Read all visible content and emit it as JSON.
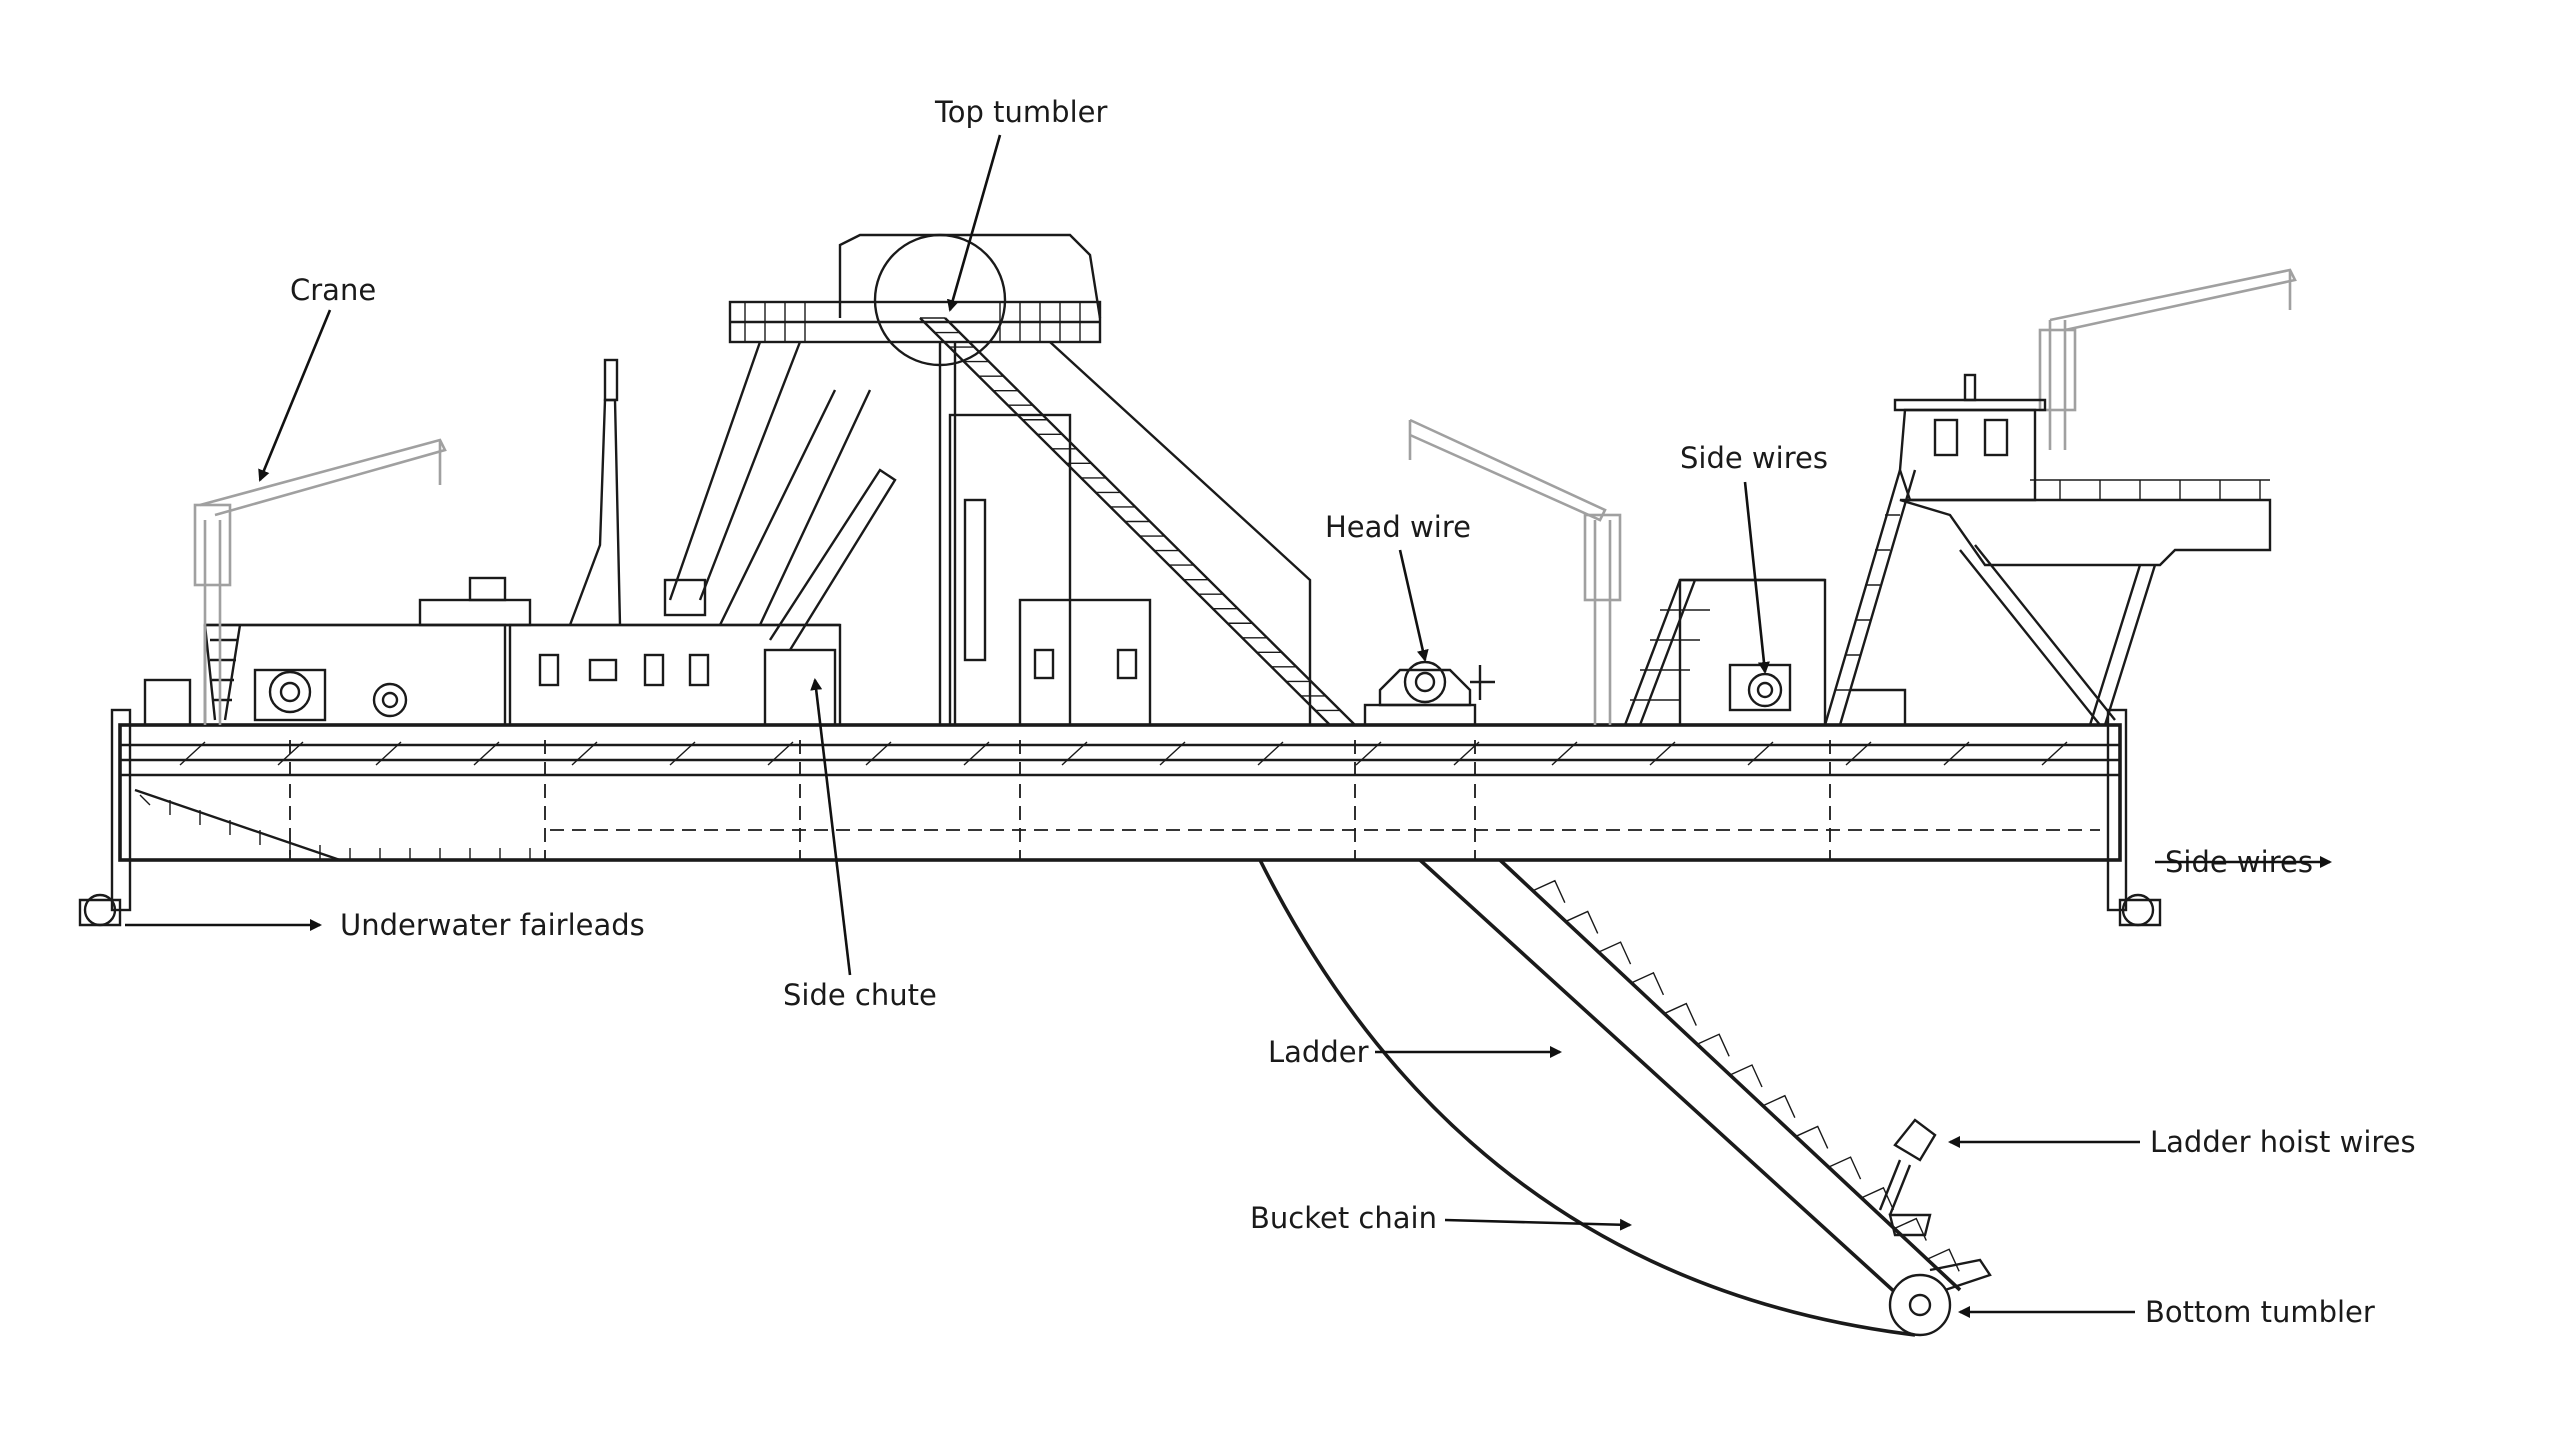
{
  "labels": {
    "top_tumbler": "Top tumbler",
    "crane": "Crane",
    "head_wire": "Head wire",
    "side_wires_upper": "Side wires",
    "side_wires_right": "Side wires",
    "underwater_fairleads": "Underwater fairleads",
    "side_chute": "Side chute",
    "ladder": "Ladder",
    "ladder_hoist_wires": "Ladder hoist wires",
    "bucket_chain": "Bucket chain",
    "bottom_tumbler": "Bottom tumbler"
  }
}
